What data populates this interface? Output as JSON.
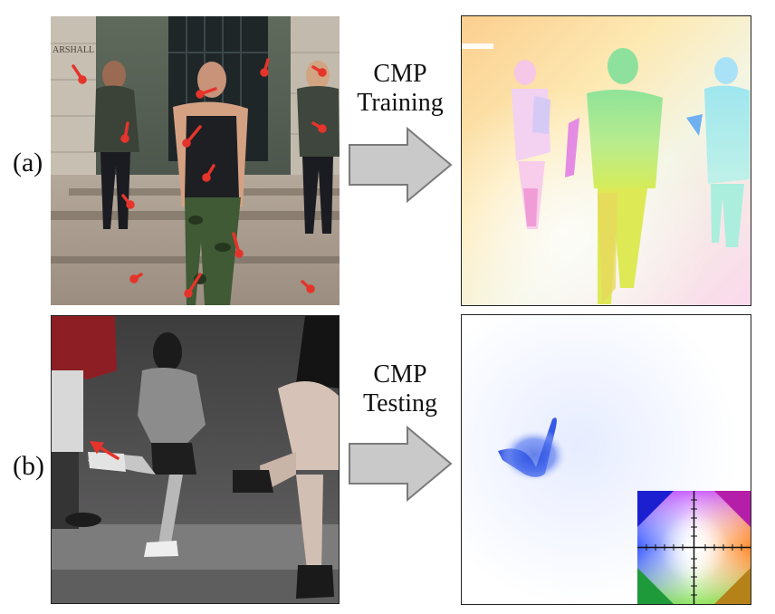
{
  "rows": [
    {
      "label": "(a)",
      "arrow_line1": "CMP",
      "arrow_line2": "Training"
    },
    {
      "label": "(b)",
      "arrow_line1": "CMP",
      "arrow_line2": "Testing"
    }
  ],
  "panels": {
    "a_input": {
      "sign_text": "ARSHALL"
    }
  },
  "colors": {
    "guidance_arrow": "#e5342b",
    "block_arrow_fill": "#c9c9c9",
    "block_arrow_stroke": "#7a7a7a"
  }
}
